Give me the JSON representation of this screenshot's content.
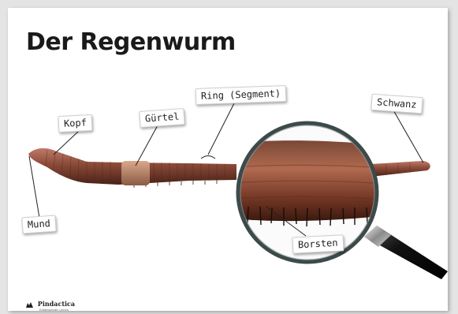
{
  "title": "Der Regenwurm",
  "labels": {
    "kopf": "Kopf",
    "guertel": "Gürtel",
    "ring": "Ring (Segment)",
    "schwanz": "Schwanz",
    "mund": "Mund",
    "borsten": "Borsten"
  },
  "brand": {
    "name": "Pindactica",
    "tagline": "Entdeckende Lernen"
  },
  "colors": {
    "worm": "#8a4a38",
    "clitellum": "#b8866a",
    "lens_rim": "#3c4a4a",
    "handle": "#111111"
  }
}
